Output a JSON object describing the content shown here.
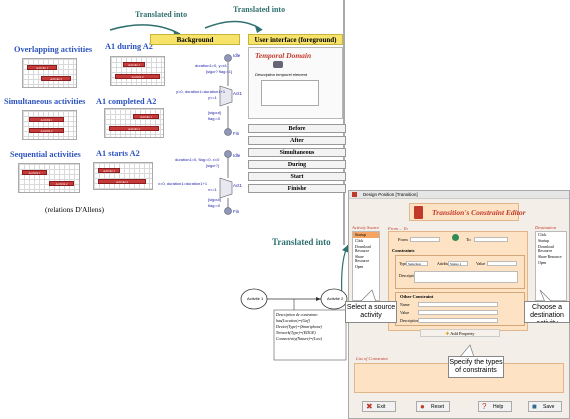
{
  "translated_into_labels": [
    "Translated into",
    "Translated into",
    "Translated into"
  ],
  "left": {
    "overlapping": "Overlapping activities",
    "a1_during_a2": "A1 during A2",
    "simultaneous": "Simultaneous activities",
    "a1_completed_a2": "A1 completed A2",
    "sequential": "Sequential activities",
    "a1_starts_a2": "A1 starts A2",
    "relations": "(relations D'Allens)",
    "bar_a1": "Activité 1",
    "bar_a2": "Activité 2"
  },
  "middle": {
    "background": "Background",
    "ui_foreground": "User interface (foreground)",
    "temporal_domain": "Temporal Domain",
    "temporal_desc": "Description temporel element",
    "buttons": [
      "Before",
      "After",
      "Simultaneous",
      "During",
      "Start",
      "Finishe"
    ],
    "net1": {
      "idle": "Idle",
      "act": "Act1",
      "fin": "Fin",
      "arc1": "duration1=0, y=x1",
      "arc1b": "[sigcr? flag:=1]",
      "arc2": "y=0, duration1=duration1+1",
      "arc2b": "y<=1",
      "arc3": "[sigout]",
      "arc3b": "flag:=0"
    },
    "net2": {
      "idle": "Idle",
      "act": "Act1",
      "fin": "Fin",
      "arc1": "duration1=0, flag:=0, x=0",
      "arc1b": "[sigcr?]",
      "arc2": "x=0, duration1=duration1+1",
      "arc2b": "x<=1",
      "arc3": "[sigout]",
      "arc3b": "flag:=0"
    }
  },
  "bottom": {
    "activity1": "Activité 1",
    "activity2": "Activité 2",
    "constraint_lines": [
      "Description de contrainte:",
      "has(Location)=(Gaf)",
      "Device(Type)=(Smartphone)",
      "Network(Type)=(EDGE)",
      "Connectivity(Nature)=(Low)"
    ]
  },
  "dialog": {
    "window_title": "Design Position [Transition]",
    "editor_title": "Transition's Constraint Editor",
    "activity_source": "Activity Source",
    "destination_activity": "Destination Activity",
    "from_to": "From ... To",
    "source_items": [
      "Startup",
      "Click",
      "Download Resource",
      "Share Resource",
      "Open"
    ],
    "dest_items": [
      "Click",
      "Startup",
      "Download Resource",
      "Share Resource",
      "Open"
    ],
    "from_label": "From",
    "to_label": "To",
    "constraints_label": "Constraints",
    "type_label": "Type",
    "type_value": "Selection",
    "attribute_label": "Attribute",
    "attribute_value": "Status 1",
    "value_label": "Value",
    "description_label": "Description",
    "other_constraint": "Other Constraint",
    "name_label": "Name",
    "other_value_label": "Value",
    "other_desc_label": "Description",
    "add_property": "Add Property",
    "list_of_constraint": "List of Constraint",
    "buttons": [
      "Exit",
      "Reset",
      "Help",
      "Save"
    ]
  },
  "callouts": {
    "select_source": "Select a source activity",
    "choose_dest": "Choose a destination activity",
    "specify_types": "Specify the types of constraints"
  },
  "colors": {
    "header_blue": "#2a52be",
    "bar_red": "#c63a3a",
    "bg_yellow": "#f7e36a",
    "editor_red": "#c0392b",
    "orange_panel": "#fde3c4"
  }
}
